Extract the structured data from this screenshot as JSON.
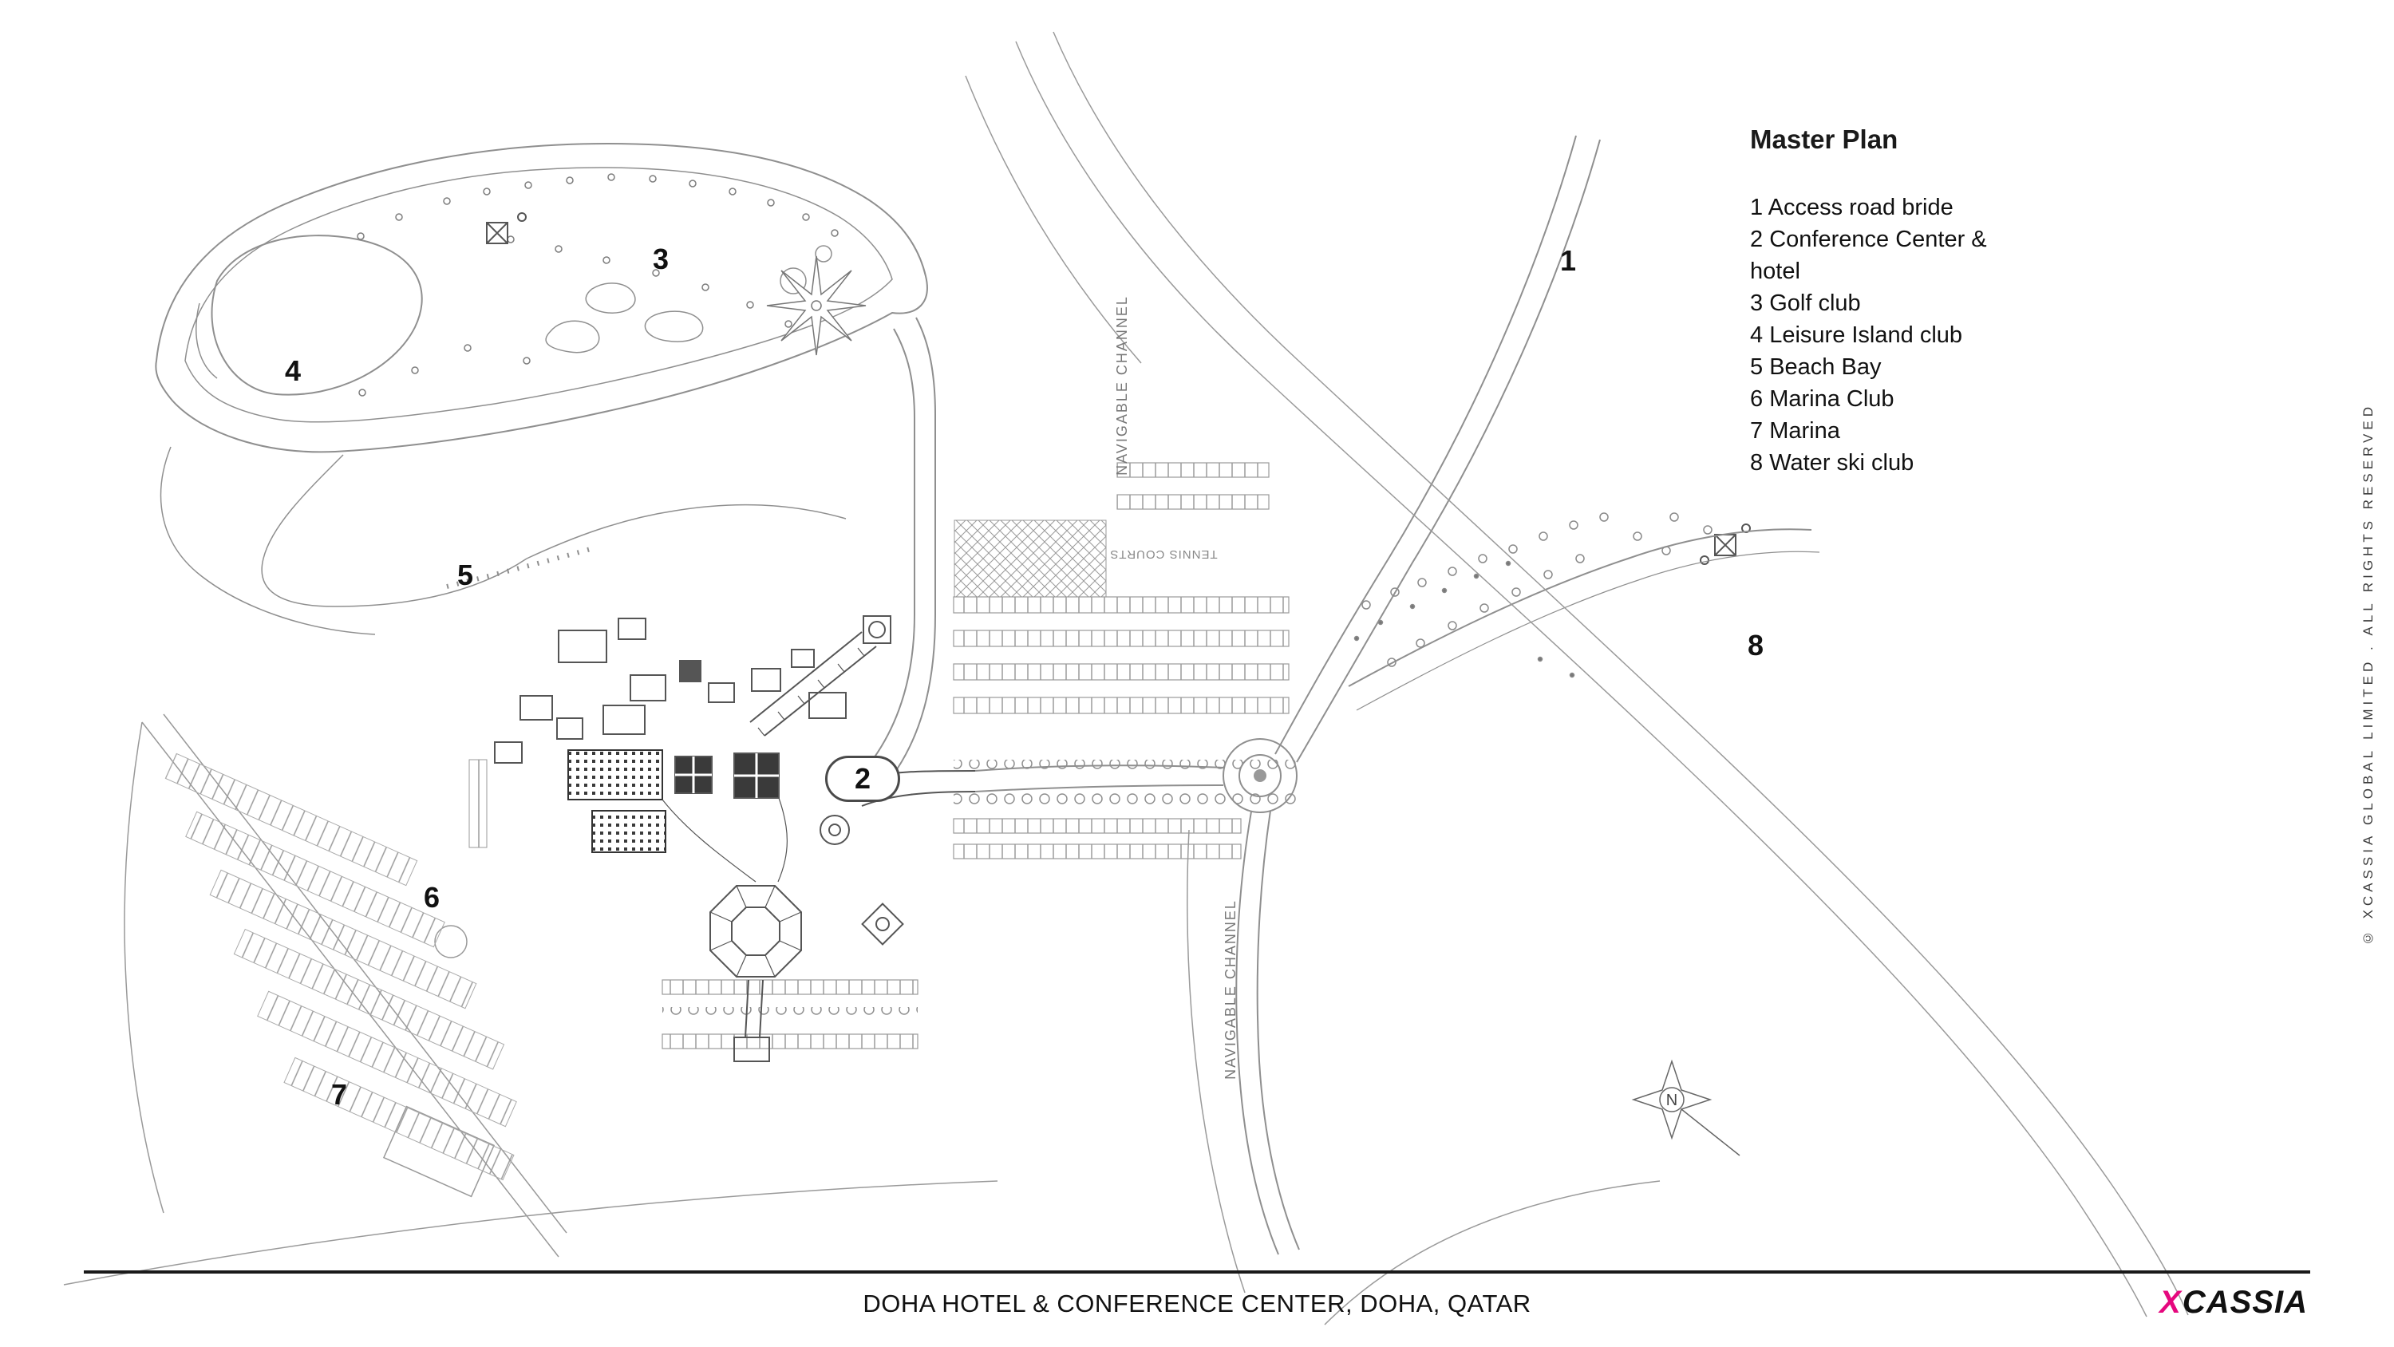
{
  "legend": {
    "title": "Master Plan",
    "items": [
      {
        "number": "1",
        "label": "Access road bride"
      },
      {
        "number": "2",
        "label": "Conference Center & hotel"
      },
      {
        "number": "3",
        "label": "Golf club"
      },
      {
        "number": "4",
        "label": "Leisure Island club"
      },
      {
        "number": "5",
        "label": "Beach Bay"
      },
      {
        "number": "6",
        "label": "Marina Club"
      },
      {
        "number": "7",
        "label": "Marina"
      },
      {
        "number": "8",
        "label": "Water ski club"
      }
    ]
  },
  "plan": {
    "markers": [
      "1",
      "2",
      "3",
      "4",
      "5",
      "6",
      "7",
      "8"
    ],
    "labels": [
      {
        "text": "NAVIGABLE CHANNEL"
      },
      {
        "text": "NAVIGABLE CHANNEL"
      },
      {
        "text": "TENNIS COURTS"
      }
    ],
    "compass": {
      "label": "N"
    }
  },
  "footer": {
    "title": "DOHA HOTEL & CONFERENCE CENTER, DOHA, QATAR",
    "logo": {
      "x": "X",
      "rest": "CASSIA"
    }
  },
  "copyright": "© XCASSIA GLOBAL LIMITED . ALL RIGHTS RESERVED",
  "colors": {
    "accent": "#E5087E",
    "line": "#8f8f8f",
    "dark": "#1a1a1a"
  }
}
